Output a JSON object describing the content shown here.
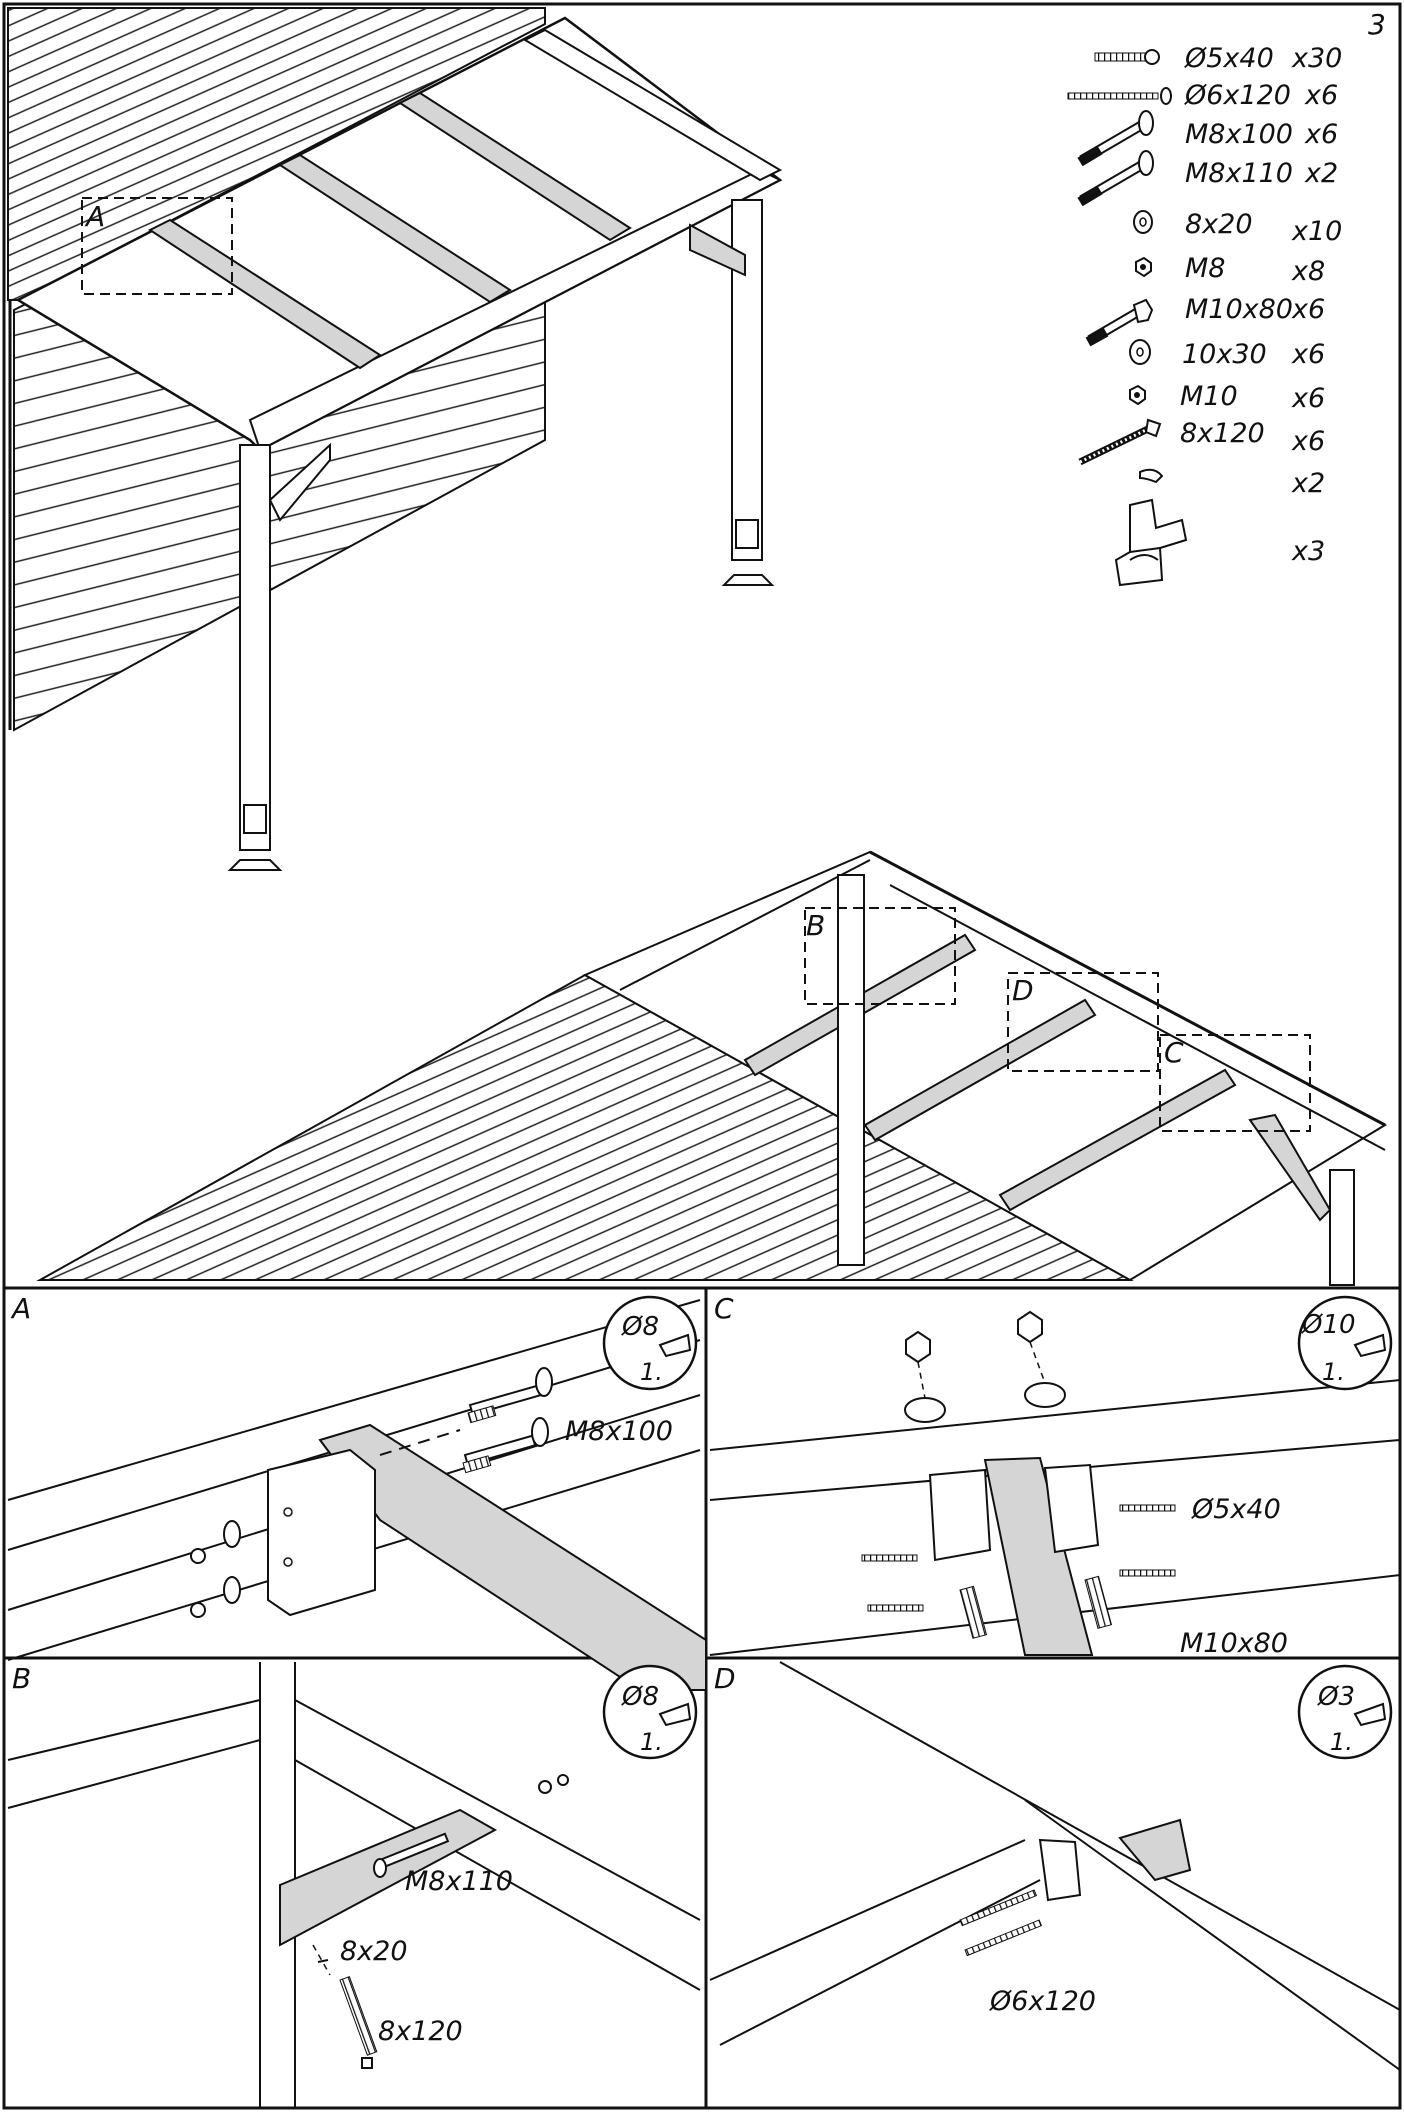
{
  "page_number": "3",
  "parts": [
    {
      "name": "Ø5x40",
      "qty": "x30"
    },
    {
      "name": "Ø6x120",
      "qty": "x6"
    },
    {
      "name": "M8x100",
      "qty": "x6"
    },
    {
      "name": "M8x110",
      "qty": "x2"
    },
    {
      "name": "8x20",
      "qty": "x10"
    },
    {
      "name": "M8",
      "qty": "x8"
    },
    {
      "name": "M10x80",
      "qty": "x6"
    },
    {
      "name": "10x30",
      "qty": "x6"
    },
    {
      "name": "M10",
      "qty": "x6"
    },
    {
      "name": "8x120",
      "qty": "x6"
    },
    {
      "name": "",
      "qty": "x2"
    },
    {
      "name": "",
      "qty": "x3"
    }
  ],
  "callouts": {
    "a": "A",
    "b": "B",
    "c": "C",
    "d": "D"
  },
  "details": {
    "a": {
      "letter": "A",
      "drill_size": "Ø8",
      "drill_step": "1.",
      "labels": {
        "bolt": "M8x100"
      }
    },
    "b": {
      "letter": "B",
      "drill_size": "Ø8",
      "drill_step": "1.",
      "labels": {
        "bolt": "M8x110",
        "washer": "8x20",
        "screw": "8x120"
      }
    },
    "c": {
      "letter": "C",
      "drill_size": "Ø10",
      "drill_step": "1.",
      "labels": {
        "screw": "Ø5x40",
        "bolt": "M10x80"
      }
    },
    "d": {
      "letter": "D",
      "drill_size": "Ø3",
      "drill_step": "1.",
      "labels": {
        "screw": "Ø6x120"
      }
    }
  }
}
